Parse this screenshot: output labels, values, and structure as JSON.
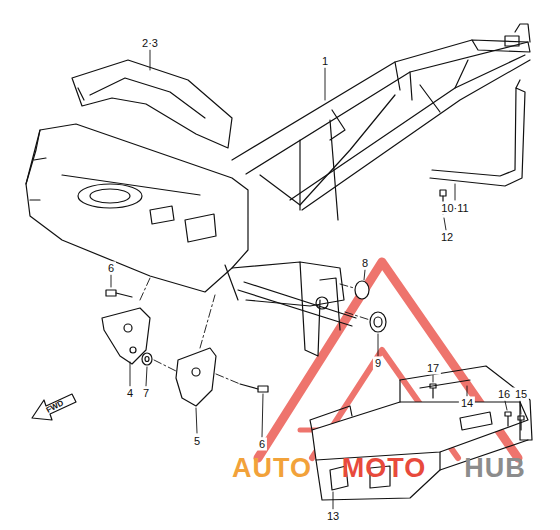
{
  "diagram": {
    "labels": [
      "2·3",
      "1",
      "10·11",
      "12",
      "6",
      "8",
      "9",
      "4",
      "7",
      "17",
      "16",
      "15",
      "14",
      "5",
      "6",
      "13",
      "FWD",
      "AUTO",
      "MOTO",
      "HUB"
    ]
  }
}
